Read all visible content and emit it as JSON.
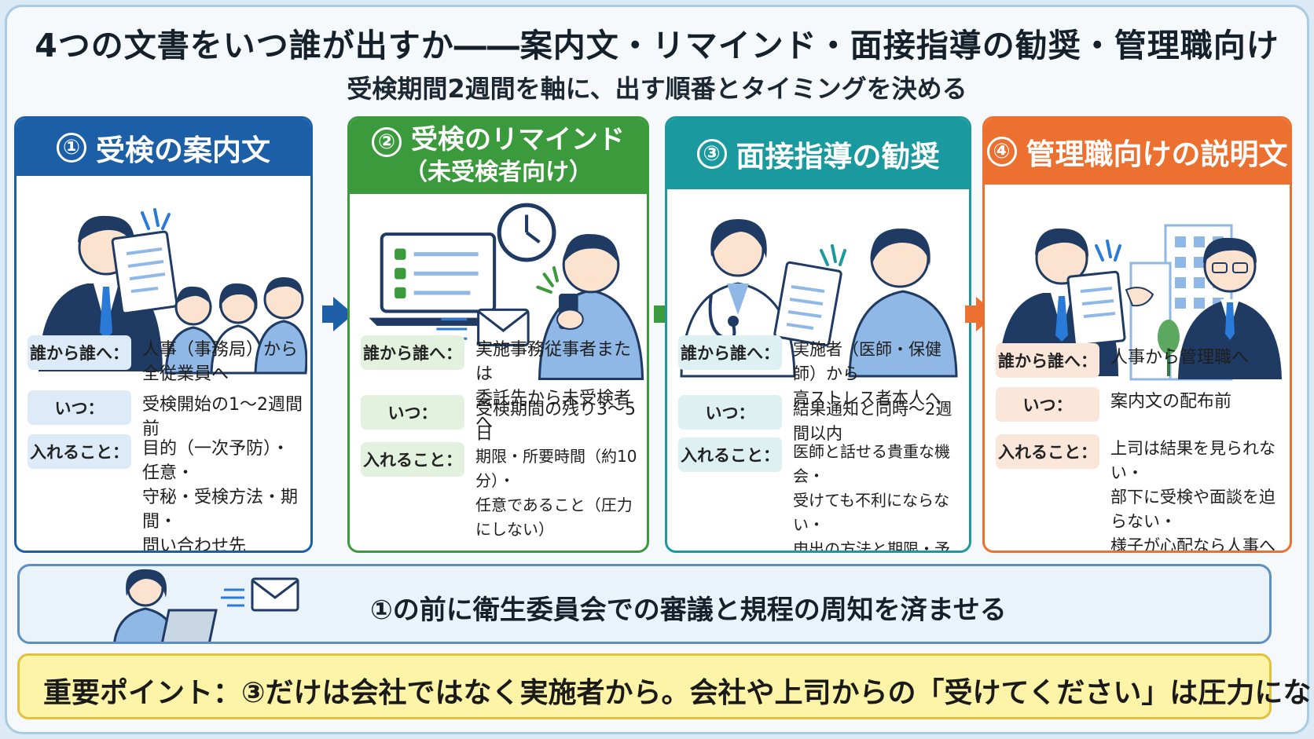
{
  "title": "4つの文書をいつ誰が出すか――案内文・リマインド・面接指導の勧奨・管理職向け",
  "subtitle": "受検期間2週間を軸に、出す順番とタイミングを決める",
  "labels": {
    "who": "誰から誰へ：",
    "when": "いつ：",
    "contents": "入れること："
  },
  "cards": [
    {
      "number": "①",
      "title": "受検の案内文",
      "color": "#1c5fa6",
      "label_bg": "#dcebf7",
      "who": [
        "人事（事務局）から",
        "全従業員へ"
      ],
      "when": [
        "受検開始の1〜2週間前"
      ],
      "contents": [
        "目的（一次予防）・任意・",
        "守秘・受検方法・期間・",
        "問い合わせ先"
      ]
    },
    {
      "number": "②",
      "title": "受検のリマインド",
      "title_sub": "（未受検者向け）",
      "color": "#3a9a3c",
      "label_bg": "#e3f1df",
      "who": [
        "実施事務従事者または",
        "委託先から未受検者へ"
      ],
      "when": [
        "受検期間の残り3〜5日"
      ],
      "contents": [
        "期限・所要時間（約10分）・",
        "任意であること（圧力にしない）"
      ]
    },
    {
      "number": "③",
      "title": "面接指導の勧奨",
      "color": "#1a9a9e",
      "label_bg": "#def1f2",
      "who": [
        "実施者（医師・保健師）から",
        "高ストレス者本人へ"
      ],
      "when": [
        "結果通知と同時〜2週間以内"
      ],
      "contents": [
        "医師と話せる貴重な機会・",
        "受けても不利にならない・",
        "申出の方法と期限・予約窓口"
      ]
    },
    {
      "number": "④",
      "title": "管理職向けの説明文",
      "color": "#ec7130",
      "label_bg": "#fbe6da",
      "who": [
        "人事から管理職へ"
      ],
      "when": [
        "案内文の配布前"
      ],
      "contents": [
        "上司は結果を見られない・",
        "部下に受検や面談を迫らない・",
        "様子が心配なら人事へ"
      ]
    }
  ],
  "pre_step": "①の前に衛生委員会での審議と規程の周知を済ませる",
  "key_point": "重要ポイント：③だけは会社ではなく実施者から。会社や上司からの「受けてください」は圧力になる。",
  "colors": {
    "navy": "#1f3b63",
    "skin": "#fbe3cf",
    "shirt_light": "#8fb8e6",
    "accent_blue": "#2a7ad8"
  }
}
